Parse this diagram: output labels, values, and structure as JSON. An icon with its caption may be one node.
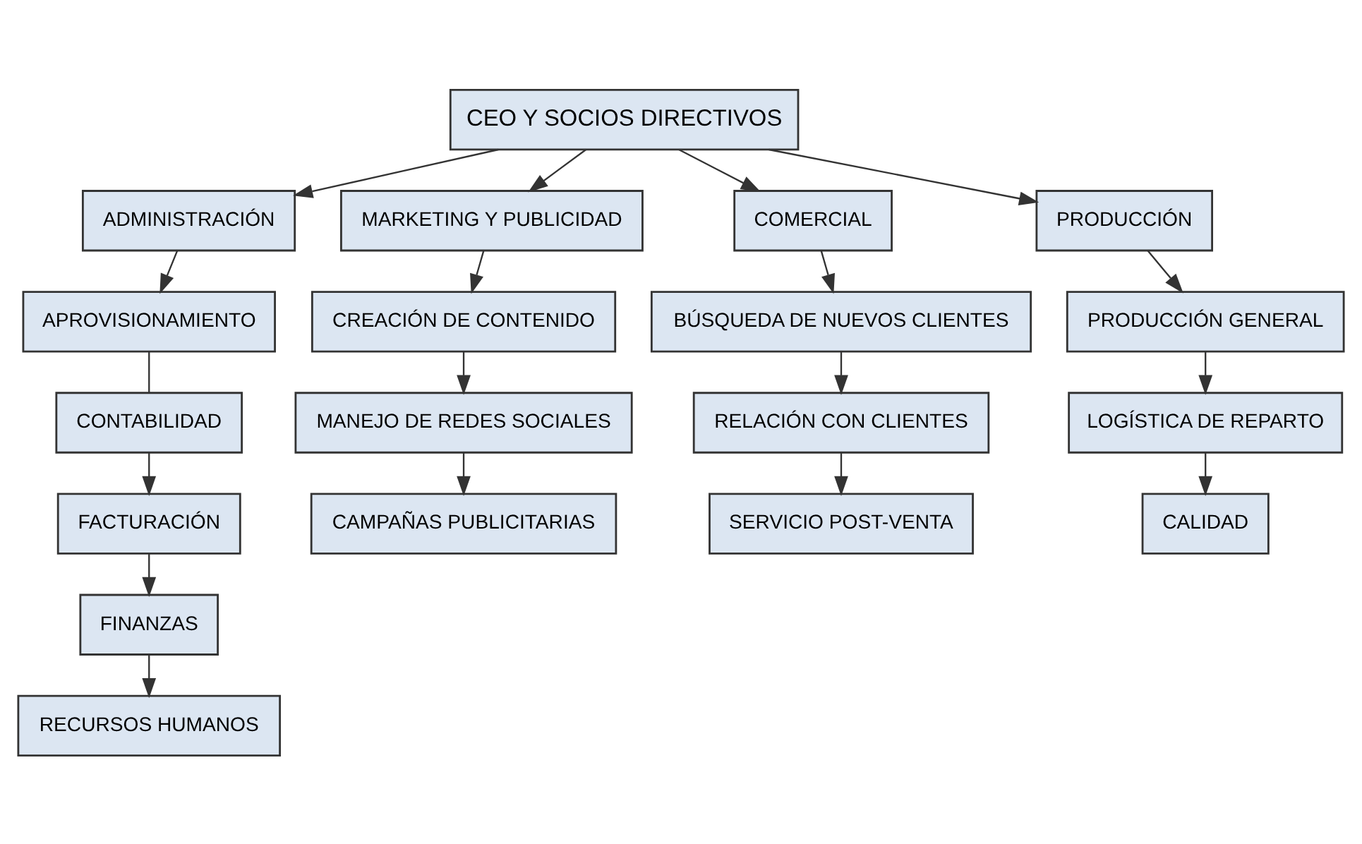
{
  "diagram": {
    "nodes": [
      {
        "text": [
          "CEO Y SOCIOS DIRECTIVOS"
        ]
      },
      {
        "text": [
          "ADMINISTRACIÓN"
        ]
      },
      {
        "text": [
          "MARKETING Y PUBLICIDAD"
        ]
      },
      {
        "text": [
          "COMERCIAL"
        ]
      },
      {
        "text": [
          "PRODUCCIÓN"
        ]
      },
      {
        "text": [
          "APROVISIONAMIENTO"
        ]
      },
      {
        "text": [
          "CONTABILIDAD"
        ]
      },
      {
        "text": [
          "FACTURACIÓN"
        ]
      },
      {
        "text": [
          "FINANZAS"
        ]
      },
      {
        "text": [
          "RECURSOS HUMANOS"
        ]
      },
      {
        "text": [
          "CREACIÓN DE CONTENIDO"
        ]
      },
      {
        "text": [
          "MANEJO DE REDES SOCIALES"
        ]
      },
      {
        "text": [
          "CAMPAÑAS PUBLICITARIAS"
        ]
      },
      {
        "text": [
          "BÚSQUEDA DE NUEVOS CLIENTES"
        ]
      },
      {
        "text": [
          "RELACIÓN CON CLIENTES"
        ]
      },
      {
        "text": [
          "SERVICIO POST-VENTA"
        ]
      },
      {
        "text": [
          "PRODUCCIÓN GENERAL"
        ]
      },
      {
        "text": [
          "LOGÍSTICA DE REPARTO"
        ]
      },
      {
        "text": [
          "CALIDAD"
        ]
      }
    ],
    "edges": [
      {
        "from": 0,
        "to": 1,
        "arrow": "to"
      },
      {
        "from": 0,
        "to": 2,
        "arrow": "to"
      },
      {
        "from": 0,
        "to": 3,
        "arrow": "to"
      },
      {
        "from": 0,
        "to": 4,
        "arrow": "to"
      },
      {
        "from": 1,
        "to": 5,
        "arrow": "to"
      },
      {
        "from": 5,
        "to": 6,
        "arrow": "none"
      },
      {
        "from": 6,
        "to": 7,
        "arrow": "to"
      },
      {
        "from": 7,
        "to": 8,
        "arrow": "to"
      },
      {
        "from": 8,
        "to": 9,
        "arrow": "to"
      },
      {
        "from": 2,
        "to": 10,
        "arrow": "to"
      },
      {
        "from": 10,
        "to": 11,
        "arrow": "to"
      },
      {
        "from": 11,
        "to": 12,
        "arrow": "to"
      },
      {
        "from": 3,
        "to": 13,
        "arrow": "to"
      },
      {
        "from": 13,
        "to": 14,
        "arrow": "to"
      },
      {
        "from": 14,
        "to": 15,
        "arrow": "to"
      },
      {
        "from": 4,
        "to": 16,
        "arrow": "to"
      },
      {
        "from": 16,
        "to": 17,
        "arrow": "to"
      },
      {
        "from": 17,
        "to": 18,
        "arrow": "to"
      }
    ]
  }
}
